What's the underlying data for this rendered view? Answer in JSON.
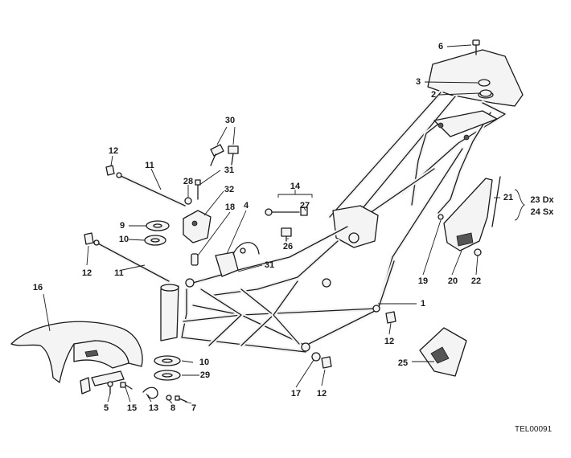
{
  "labels": {
    "p1": "1",
    "p2": "2",
    "p3": "3",
    "p4": "4",
    "p5": "5",
    "p6": "6",
    "p7": "7",
    "p8": "8",
    "p9": "9",
    "p10a": "10",
    "p10b": "10",
    "p11a": "11",
    "p11b": "11",
    "p12a": "12",
    "p12b": "12",
    "p12c": "12",
    "p12d": "12",
    "p13": "13",
    "p14": "14",
    "p15": "15",
    "p16": "16",
    "p17": "17",
    "p18": "18",
    "p19": "19",
    "p20": "20",
    "p21": "21",
    "p22": "22",
    "p23": "23 Dx",
    "p24": "24 Sx",
    "p25": "25",
    "p26": "26",
    "p27": "27",
    "p28": "28",
    "p29": "29",
    "p30": "30",
    "p31a": "31",
    "p31b": "31",
    "p32": "32"
  },
  "drawing_code": "TEL00091"
}
